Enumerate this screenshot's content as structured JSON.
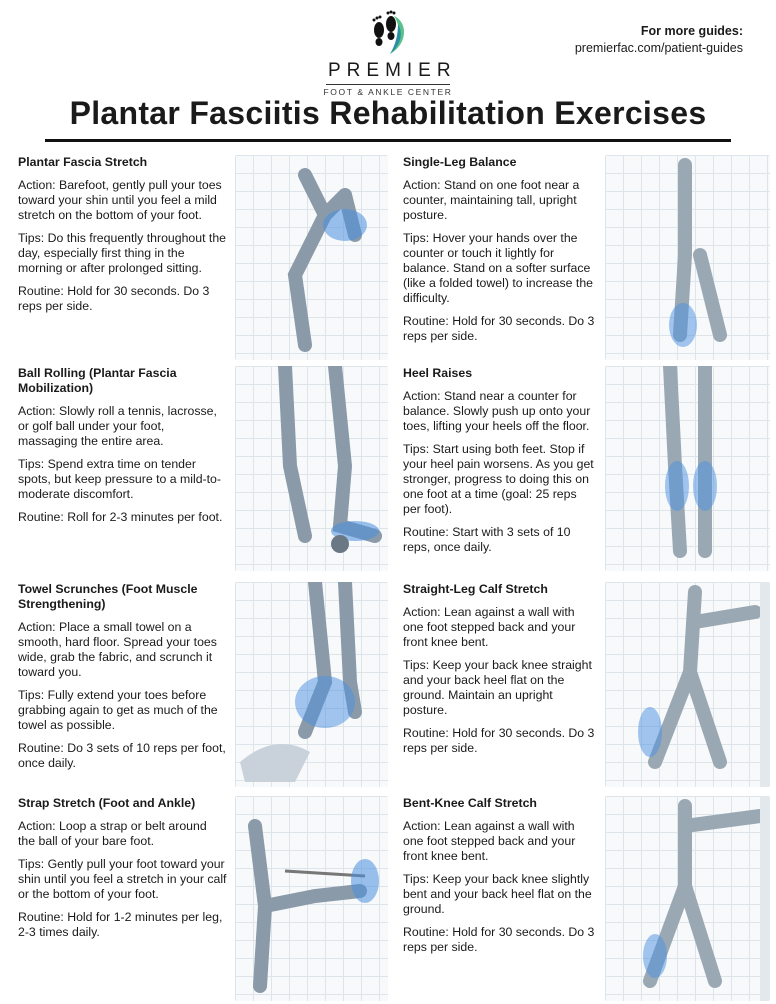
{
  "header": {
    "logo": {
      "name": "PREMIER",
      "subtitle": "FOOT & ANKLE CENTER"
    },
    "more_label": "For more guides:",
    "more_url": "premierfac.com/patient-guides",
    "title": "Plantar Fasciitis Rehabilitation Exercises"
  },
  "colors": {
    "accent": "#4a8fe0",
    "logo_green": "#5cc08a",
    "logo_teal": "#2a8fa3"
  },
  "exercises": [
    {
      "title": "Plantar Fascia Stretch",
      "action": "Action: Barefoot, gently pull your toes toward your shin until you feel a mild stretch on the bottom of your foot.",
      "tips": "Tips: Do this frequently throughout the day, especially first thing in the morning or after prolonged sitting.",
      "routine": "Routine: Hold for 30 seconds. Do 3 reps per side."
    },
    {
      "title": "Single-Leg Balance",
      "action": "Action: Stand on one foot near a counter, maintaining tall, upright posture.",
      "tips": "Tips: Hover your hands over the counter or touch it lightly for balance. Stand on a softer surface (like a folded towel) to increase the difficulty.",
      "routine": "Routine: Hold for 30 seconds. Do 3 reps per side."
    },
    {
      "title": "Ball Rolling (Plantar Fascia Mobilization)",
      "action": "Action: Slowly roll a tennis, lacrosse, or golf ball under your foot, massaging the entire area.",
      "tips": "Tips: Spend extra time on tender spots, but keep pressure to a mild-to-moderate discomfort.",
      "routine": "Routine: Roll for 2-3 minutes per foot."
    },
    {
      "title": "Heel Raises",
      "action": "Action: Stand near a counter for balance. Slowly push up onto your toes, lifting your heels off the floor.",
      "tips": "Tips: Start using both feet. Stop if your heel pain worsens. As you get stronger, progress to doing this on one foot at a time (goal: 25 reps per foot).",
      "routine": "Routine: Start with 3 sets of 10 reps, once daily."
    },
    {
      "title": "Towel Scrunches (Foot Muscle Strengthening)",
      "action": "Action: Place a small towel on a smooth, hard floor. Spread your toes wide, grab the fabric, and scrunch it toward you.",
      "tips": "Tips: Fully extend your toes before grabbing again to get as much of the towel as possible.",
      "routine": "Routine: Do 3 sets of 10 reps per foot, once daily."
    },
    {
      "title": "Straight-Leg Calf Stretch",
      "action": "Action: Lean against a wall with one foot stepped back and your front knee bent.",
      "tips": "Tips: Keep your back knee straight and your back heel flat on the ground. Maintain an upright posture.",
      "routine": "Routine: Hold for 30 seconds. Do 3 reps per side."
    },
    {
      "title": "Strap Stretch (Foot and Ankle)",
      "action": "Action: Loop a strap or belt around the ball of your bare foot.",
      "tips": "Tips: Gently pull your foot toward your shin until you feel a stretch in your calf or the bottom of your foot.",
      "routine": "Routine: Hold for 1-2 minutes per leg, 2-3 times daily."
    },
    {
      "title": "Bent-Knee Calf Stretch",
      "action": "Action: Lean against a wall with one foot stepped back and your front knee bent.",
      "tips": "Tips: Keep your back knee slightly bent and your back heel flat on the ground.",
      "routine": "Routine: Hold for 30 seconds. Do 3 reps per side."
    }
  ]
}
